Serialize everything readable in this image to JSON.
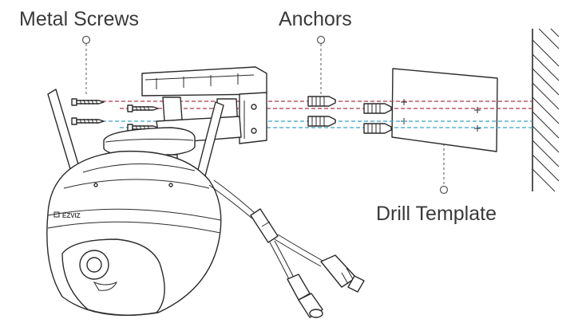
{
  "labels": {
    "metal_screws": "Metal Screws",
    "anchors": "Anchors",
    "drill_template": "Drill Template"
  },
  "camera": {
    "brand": "EZVIZ"
  },
  "colors": {
    "upper_hole_line": "#b0384a",
    "lower_hole_line": "#3aa0c8",
    "line_art": "#2b2b2b"
  }
}
